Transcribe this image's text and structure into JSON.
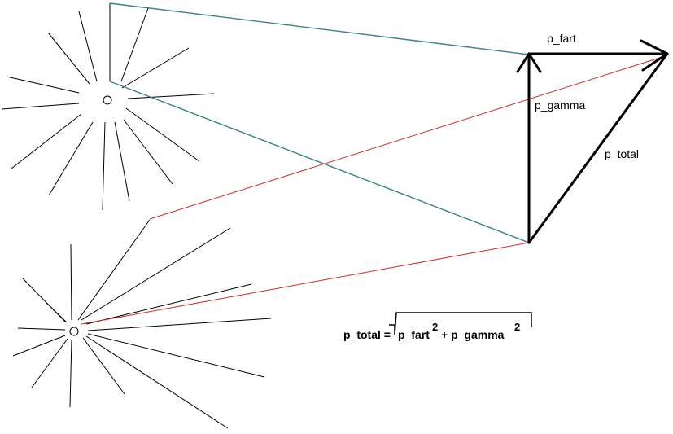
{
  "labels": {
    "p_fart": "p_fart",
    "p_gamma": "p_gamma",
    "p_total": "p_total"
  },
  "formula": {
    "lhs": "p_total =",
    "term1": "p_fart",
    "exp1": "2",
    "plus": "+ p_gamma",
    "exp2": "2"
  },
  "colors": {
    "teal_ray": "#3f7f86",
    "red_ray": "#c0302c",
    "vector": "#000000",
    "burst": "#000000"
  }
}
